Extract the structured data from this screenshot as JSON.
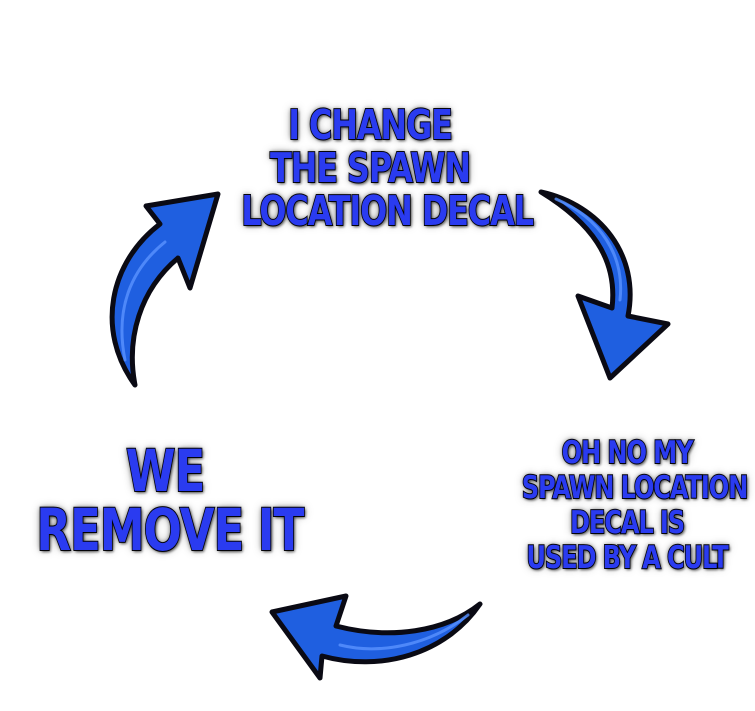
{
  "diagram": {
    "type": "cycle",
    "nodes": [
      {
        "id": "top",
        "lines": [
          "I CHANGE",
          "THE SPAWN",
          "LOCATION DECAL"
        ]
      },
      {
        "id": "right",
        "lines": [
          "OH NO MY",
          "SPAWN LOCATION",
          "DECAL IS",
          "USED BY A CULT"
        ]
      },
      {
        "id": "left",
        "lines": [
          "WE",
          "REMOVE IT"
        ]
      }
    ],
    "colors": {
      "text": "#2a3bf0",
      "arrow_fill": "#1f5fe0",
      "arrow_outline": "#0a0a14",
      "background": "#ffffff"
    },
    "edges": [
      {
        "from": "top",
        "to": "right",
        "icon": "curved-arrow-icon"
      },
      {
        "from": "right",
        "to": "left",
        "icon": "curved-arrow-icon"
      },
      {
        "from": "left",
        "to": "top",
        "icon": "curved-arrow-icon"
      }
    ]
  }
}
